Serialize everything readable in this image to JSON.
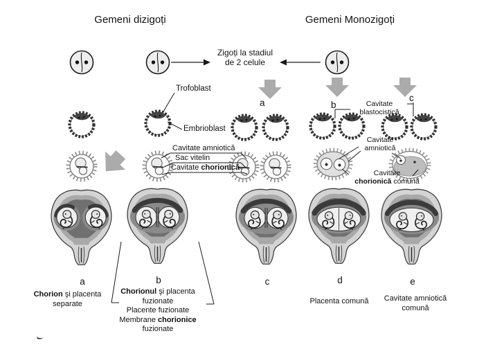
{
  "titles": {
    "left": "Gemeni dizigoți",
    "right": "Gemeni Monozigoți"
  },
  "zygote_label": {
    "line1": "Zigoți la stadiul",
    "line2": "de 2 celule"
  },
  "labels": {
    "trofoblast": "Trofoblast",
    "embrioblast": "Embrioblast",
    "cav_amniotica": "Cavitate amniotică",
    "sac_vitelin": "Sac vitelin",
    "cav_chorionica_pre": "Cavitate ",
    "cav_chorionica_bold": "chorionică",
    "blastocistica_l1": "Cavitate",
    "blastocistica_l2": "blastocistică",
    "right_amniotica_l1": "Cavitate",
    "right_amniotica_l2": "amniotică",
    "comuna_l1": "Cavitate",
    "comuna_l2_bold": "chorionică",
    "comuna_l2_rest": " comună"
  },
  "stage_letters": {
    "a": "a",
    "b": "b",
    "c": "c"
  },
  "figure_letters": {
    "a": "a",
    "b": "b",
    "c": "c",
    "d": "d",
    "e": "e"
  },
  "captions": {
    "a_bold": "Chorion",
    "a_rest": " şi placenta",
    "a_l2": "separate",
    "b_bold": "Chorionul",
    "b_rest": " şi placenta",
    "b_l2": "fuzionate",
    "b_l3": "Placente fuzionate",
    "b_l4_pre": "Membrane ",
    "b_l4_bold": "chorionice",
    "b_l5": "fuzionate",
    "d": "Placenta comună",
    "e_l1": "Cavitate amniotică",
    "e_l2": "comună"
  },
  "palette": {
    "stage_arrow_gray": "#ababab",
    "uterus_outer": "#d4d4d4",
    "uterus_mid": "#a9a9a9",
    "uterus_cavity": "#707070",
    "placenta_dark": "#3b3b3b",
    "line_black": "#1a1a1a"
  }
}
